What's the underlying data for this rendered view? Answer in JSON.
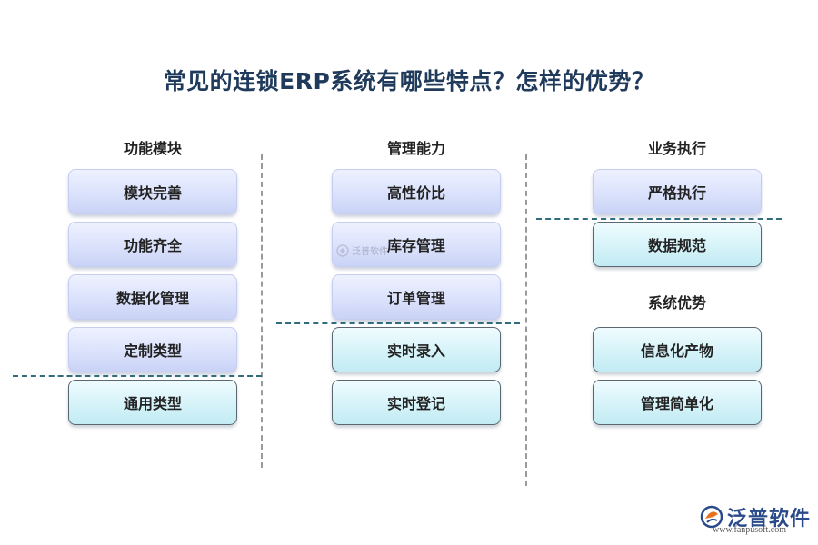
{
  "title": "常见的连锁ERP系统有哪些特点？怎样的优势？",
  "columns": [
    {
      "heading": "功能模块",
      "items": [
        "模块完善",
        "功能齐全",
        "数据化管理",
        "定制类型",
        "通用类型"
      ]
    },
    {
      "heading": "管理能力",
      "items": [
        "高性价比",
        "库存管理",
        "订单管理",
        "实时录入",
        "实时登记"
      ]
    },
    {
      "heading": "业务执行",
      "items": [
        "严格执行",
        "数据规范"
      ],
      "subheading": "系统优势",
      "subitems": [
        "信息化产物",
        "管理简单化"
      ]
    }
  ],
  "watermark": {
    "text": "泛普软件"
  },
  "brand": {
    "name": "泛普软件",
    "url": "www.fanpusoft.com",
    "logo_color": "#e8711e",
    "text_color": "#2a4a8a"
  }
}
